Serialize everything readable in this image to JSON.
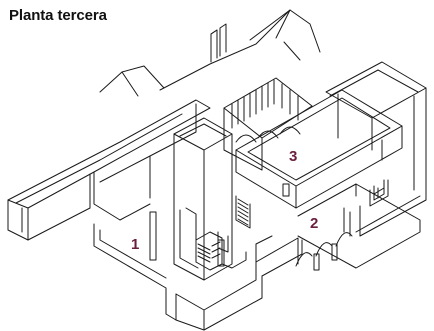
{
  "title": "Planta tercera",
  "colors": {
    "line": "#1a1a1a",
    "label": "#6b1f3f",
    "background": "#ffffff"
  },
  "rooms": [
    {
      "label": "1"
    },
    {
      "label": "2"
    },
    {
      "label": "3"
    }
  ]
}
